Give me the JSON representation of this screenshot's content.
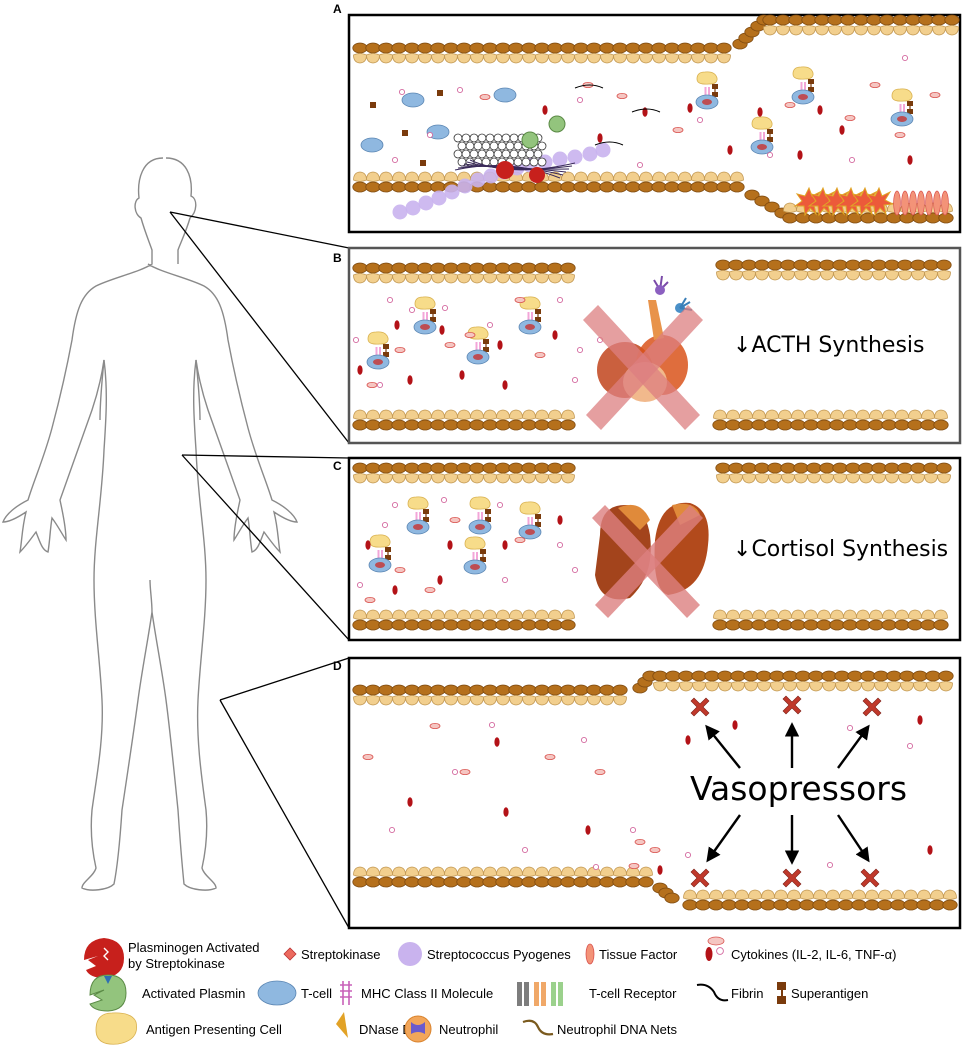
{
  "panels": {
    "a": {
      "letter": "A"
    },
    "b": {
      "letter": "B",
      "label": "ACTH Synthesis",
      "arrow": "↓"
    },
    "c": {
      "letter": "C",
      "label": "Cortisol Synthesis",
      "arrow": "↓"
    },
    "d": {
      "letter": "D",
      "label": "Vasopressors"
    }
  },
  "colors": {
    "endothelium_dark": "#b5701c",
    "endothelium_light": "#f2cf8e",
    "cytokine_red": "#b31217",
    "cytokine_pink": "#e8a0c0",
    "tcell": "#8fb8e0",
    "apc": "#f7dc8a",
    "superantigen": "#7a3b0c",
    "strep": "#c9b3ee",
    "cross": "#c0392b"
  },
  "legend": [
    {
      "icon": "plasminogen-icon",
      "label": "Plasminogen Activated\nby Streptokinase"
    },
    {
      "icon": "streptokinase-icon",
      "label": "Streptokinase"
    },
    {
      "icon": "streptococcus-icon",
      "label": "Streptococcus Pyogenes"
    },
    {
      "icon": "tissue-factor-icon",
      "label": "Tissue Factor"
    },
    {
      "icon": "cytokines-icon",
      "label": "Cytokines (IL-2, IL-6, TNF-α)"
    },
    {
      "icon": "activated-plasmin-icon",
      "label": "Activated Plasmin"
    },
    {
      "icon": "t-cell-icon",
      "label": "T-cell"
    },
    {
      "icon": "mhc-class-ii-icon",
      "label": "MHC Class II Molecule"
    },
    {
      "icon": "t-cell-receptor-icon",
      "label": "T-cell Receptor"
    },
    {
      "icon": "fibrin-icon",
      "label": "Fibrin"
    },
    {
      "icon": "superantigen-icon",
      "label": "Superantigen"
    },
    {
      "icon": "antigen-presenting-cell-icon",
      "label": "Antigen Presenting Cell"
    },
    {
      "icon": "dnase-b-icon",
      "label": "DNase B"
    },
    {
      "icon": "neutrophil-icon",
      "label": "Neutrophil"
    },
    {
      "icon": "neutrophil-dna-nets-icon",
      "label": "Neutrophil DNA Nets"
    }
  ]
}
